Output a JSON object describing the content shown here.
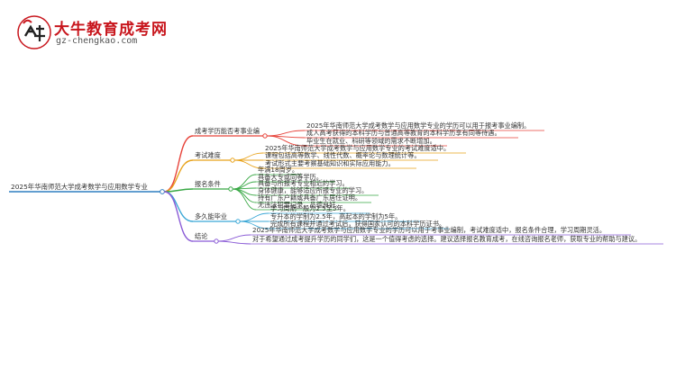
{
  "brand": {
    "name": "大牛教育成考网",
    "url": "gz-chengkao.com"
  },
  "colors": {
    "root_line": "#2f7fc1",
    "b1": "#e7433a",
    "b2": "#e8a21a",
    "b3": "#39a845",
    "b4": "#3aa7d6",
    "b5": "#8a5bd6"
  },
  "mindmap": {
    "root": "2025年华南师范大学成考数学与应用数学专业",
    "branches": [
      {
        "label": "成考学历能否考事业编",
        "children": [
          "2025年华南师范大学成考数学与应用数学专业的学历可以用于报考事业编制。",
          "成人高考获得的本科学历与普通高等教育的本科学历享有同等待遇。",
          "毕业生在就业、科研等领域的需求不断增加。"
        ]
      },
      {
        "label": "考试难度",
        "children": [
          "2025年华南师范大学成考数学与应用数学专业的考试难度适中。",
          "课程包括高等数学、线性代数、概率论与数理统计等。",
          "考试形式主要考察基础知识和实际应用能力。"
        ]
      },
      {
        "label": "报名条件",
        "children": [
          "年满18周岁。",
          "具备大专或同等学历。",
          "具备与所报考专业相近的学习。",
          "身体健康，能够适应所报专业的学习。",
          "持有广东户籍或具备广东居住证明。",
          "无违法犯罪记录，品德良好。"
        ]
      },
      {
        "label": "多久能毕业",
        "children": [
          "学习周期一般为2.5至5年。",
          "专升本的学制为2.5年，高起本的学制为5年。",
          "完成所有课程并通过考试后，获得国家认可的本科学历证书。"
        ]
      },
      {
        "label": "结论",
        "children": [
          "2025年华南师范大学成考数学与应用数学专业的学历可以用于考事业编制，考试难度适中，报名条件合理，学习周期灵活。",
          "对于希望通过成考提升学历的同学们，这是一个值得考虑的选择。建议选择报名教育成考，在线咨询报名老师，获取专业的帮助与建议。"
        ]
      }
    ]
  }
}
